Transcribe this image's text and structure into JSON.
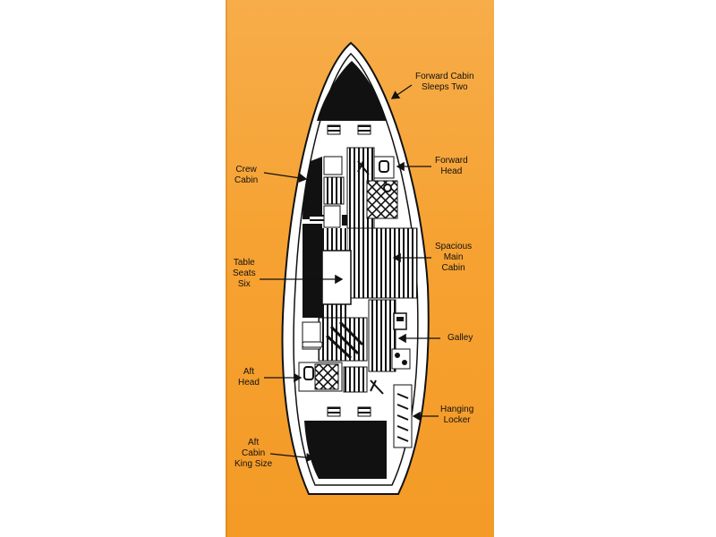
{
  "colors": {
    "panel": "#f6a232",
    "hull": "#ffffff",
    "ink": "#111111"
  },
  "labels": {
    "forward_cabin": [
      "Forward Cabin",
      "Sleeps Two"
    ],
    "forward_head": [
      "Forward",
      "Head"
    ],
    "crew_cabin": [
      "Crew",
      "Cabin"
    ],
    "main_cabin": [
      "Spacious",
      "Main",
      "Cabin"
    ],
    "table": [
      "Table",
      "Seats",
      "Six"
    ],
    "galley": [
      "Galley"
    ],
    "aft_head": [
      "Aft",
      "Head"
    ],
    "hanging_locker": [
      "Hanging",
      "Locker"
    ],
    "aft_cabin": [
      "Aft",
      "Cabin",
      "King Size"
    ]
  }
}
